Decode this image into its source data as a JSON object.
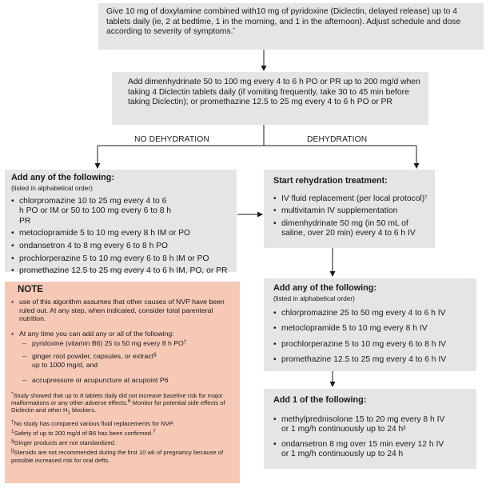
{
  "box1": {
    "text": "Give 10 mg of doxylamine combined with10 mg of pyridoxine (Diclectin, delayed release) up to 4 tablets daily (ie, 2 at bedtime, 1 in the morning, and 1 in the afternoon). Adjust schedule and dose according to severity of symptoms.",
    "sup": "*"
  },
  "box2": {
    "text": "Add dimenhydrinate 50 to 100 mg every 4 to 6 h PO or PR up to 200 mg/d when taking 4 Diclectin tablets daily (if vomiting frequently, take 30 to 45 min before taking Diclectin); or promethazine 12.5 to 25 mg every 4 to 6 h PO or PR"
  },
  "branch": {
    "left": "NO DEHYDRATION",
    "right": "DEHYDRATION"
  },
  "box3": {
    "heading": "Add any of the following:",
    "sub": "(listed in alphabetical order)",
    "items": [
      "chlorpromazine 10 to 25 mg every 4 to 6 h PO or IM or 50 to 100 mg every 6 to 8 h PR",
      "metoclopramide 5 to 10 mg every 8 h IM or PO",
      "ondansetron 4 to 8 mg every 6 to 8 h PO",
      "prochlorperazine 5 to 10 mg every 6 to 8 h IM or PO",
      "promethazine 12.5 to 25 mg every 4 to 6 h IM, PO, or PR"
    ]
  },
  "box4": {
    "heading": "Start rehydration treatment:",
    "items": [
      {
        "text": "IV fluid replacement (per local protocol)",
        "sup": "†"
      },
      {
        "text": "multivitamin IV supplementation",
        "sup": ""
      },
      {
        "text": "dimenhydrinate 50 mg (in 50 mL of saline, over 20 min) every 4 to 6 h IV",
        "sup": ""
      }
    ]
  },
  "box5": {
    "heading": "Add any of the following:",
    "sub": "(listed in alphabetical order)",
    "items": [
      "chlorpromazine 25 to 50 mg every 4 to 6 h IV",
      "metoclopramide 5 to 10 mg every 8 h IV",
      "prochlorperazine 5 to 10 mg every 6 to 8 h IV",
      "promethazine 12.5 to 25 mg every 4 to 6 h IV"
    ]
  },
  "box6": {
    "heading": "Add 1 of the following:",
    "items": [
      {
        "text": "methylprednisolone 15 to 20 mg every 8 h IV or 1 mg/h continuously up to 24 h",
        "sup": "||"
      },
      {
        "text": "ondansetron 8 mg over 15 min every 12 h IV or 1 mg/h continuously up to 24 h",
        "sup": ""
      }
    ]
  },
  "note": {
    "title": "NOTE",
    "bullet1": "use of this algorithm assumes that other causes of NVP have been ruled out. At any step, when indicated, consider total parenteral nutrition.",
    "bullet2": "At any time you can add any or all of the following:",
    "dashes": [
      {
        "text": "pyridoxine (vitamin B6) 25 to 50 mg every 8 h PO",
        "sup": "†"
      },
      {
        "text": "ginger root powder, capsules, or extract",
        "sup": "§",
        "text2": "up to 1000 mg/d, and"
      },
      {
        "text": "accupressure or acupuncture at acupoint P6",
        "sup": ""
      }
    ],
    "footnotes": [
      {
        "mark": "*",
        "text": "Study showed that up to 8 tablets daily did not increase baseline risk for major malformations or any other adverse effects.",
        "mark2": "6",
        "text2": "Monitor for potential side effects of Diclectin and other H",
        "sub": "1",
        "text3": " blockers."
      },
      {
        "mark": "†",
        "text": "No study has compared various fluid replacements for NVP."
      },
      {
        "mark": "‡",
        "text": "Safety of up to 200 mg/d of B6 has been confirmed.",
        "mark2": "7"
      },
      {
        "mark": "§",
        "text": "Ginger products are not standardized."
      },
      {
        "mark": "||",
        "text": "Steroids are not recommended during the first 10 wk of pregnancy because of possible increased risk for oral defts."
      }
    ]
  },
  "colors": {
    "box": "#e4e5e7",
    "note": "#f6c9b7",
    "arrow": "#1a1a1a"
  }
}
